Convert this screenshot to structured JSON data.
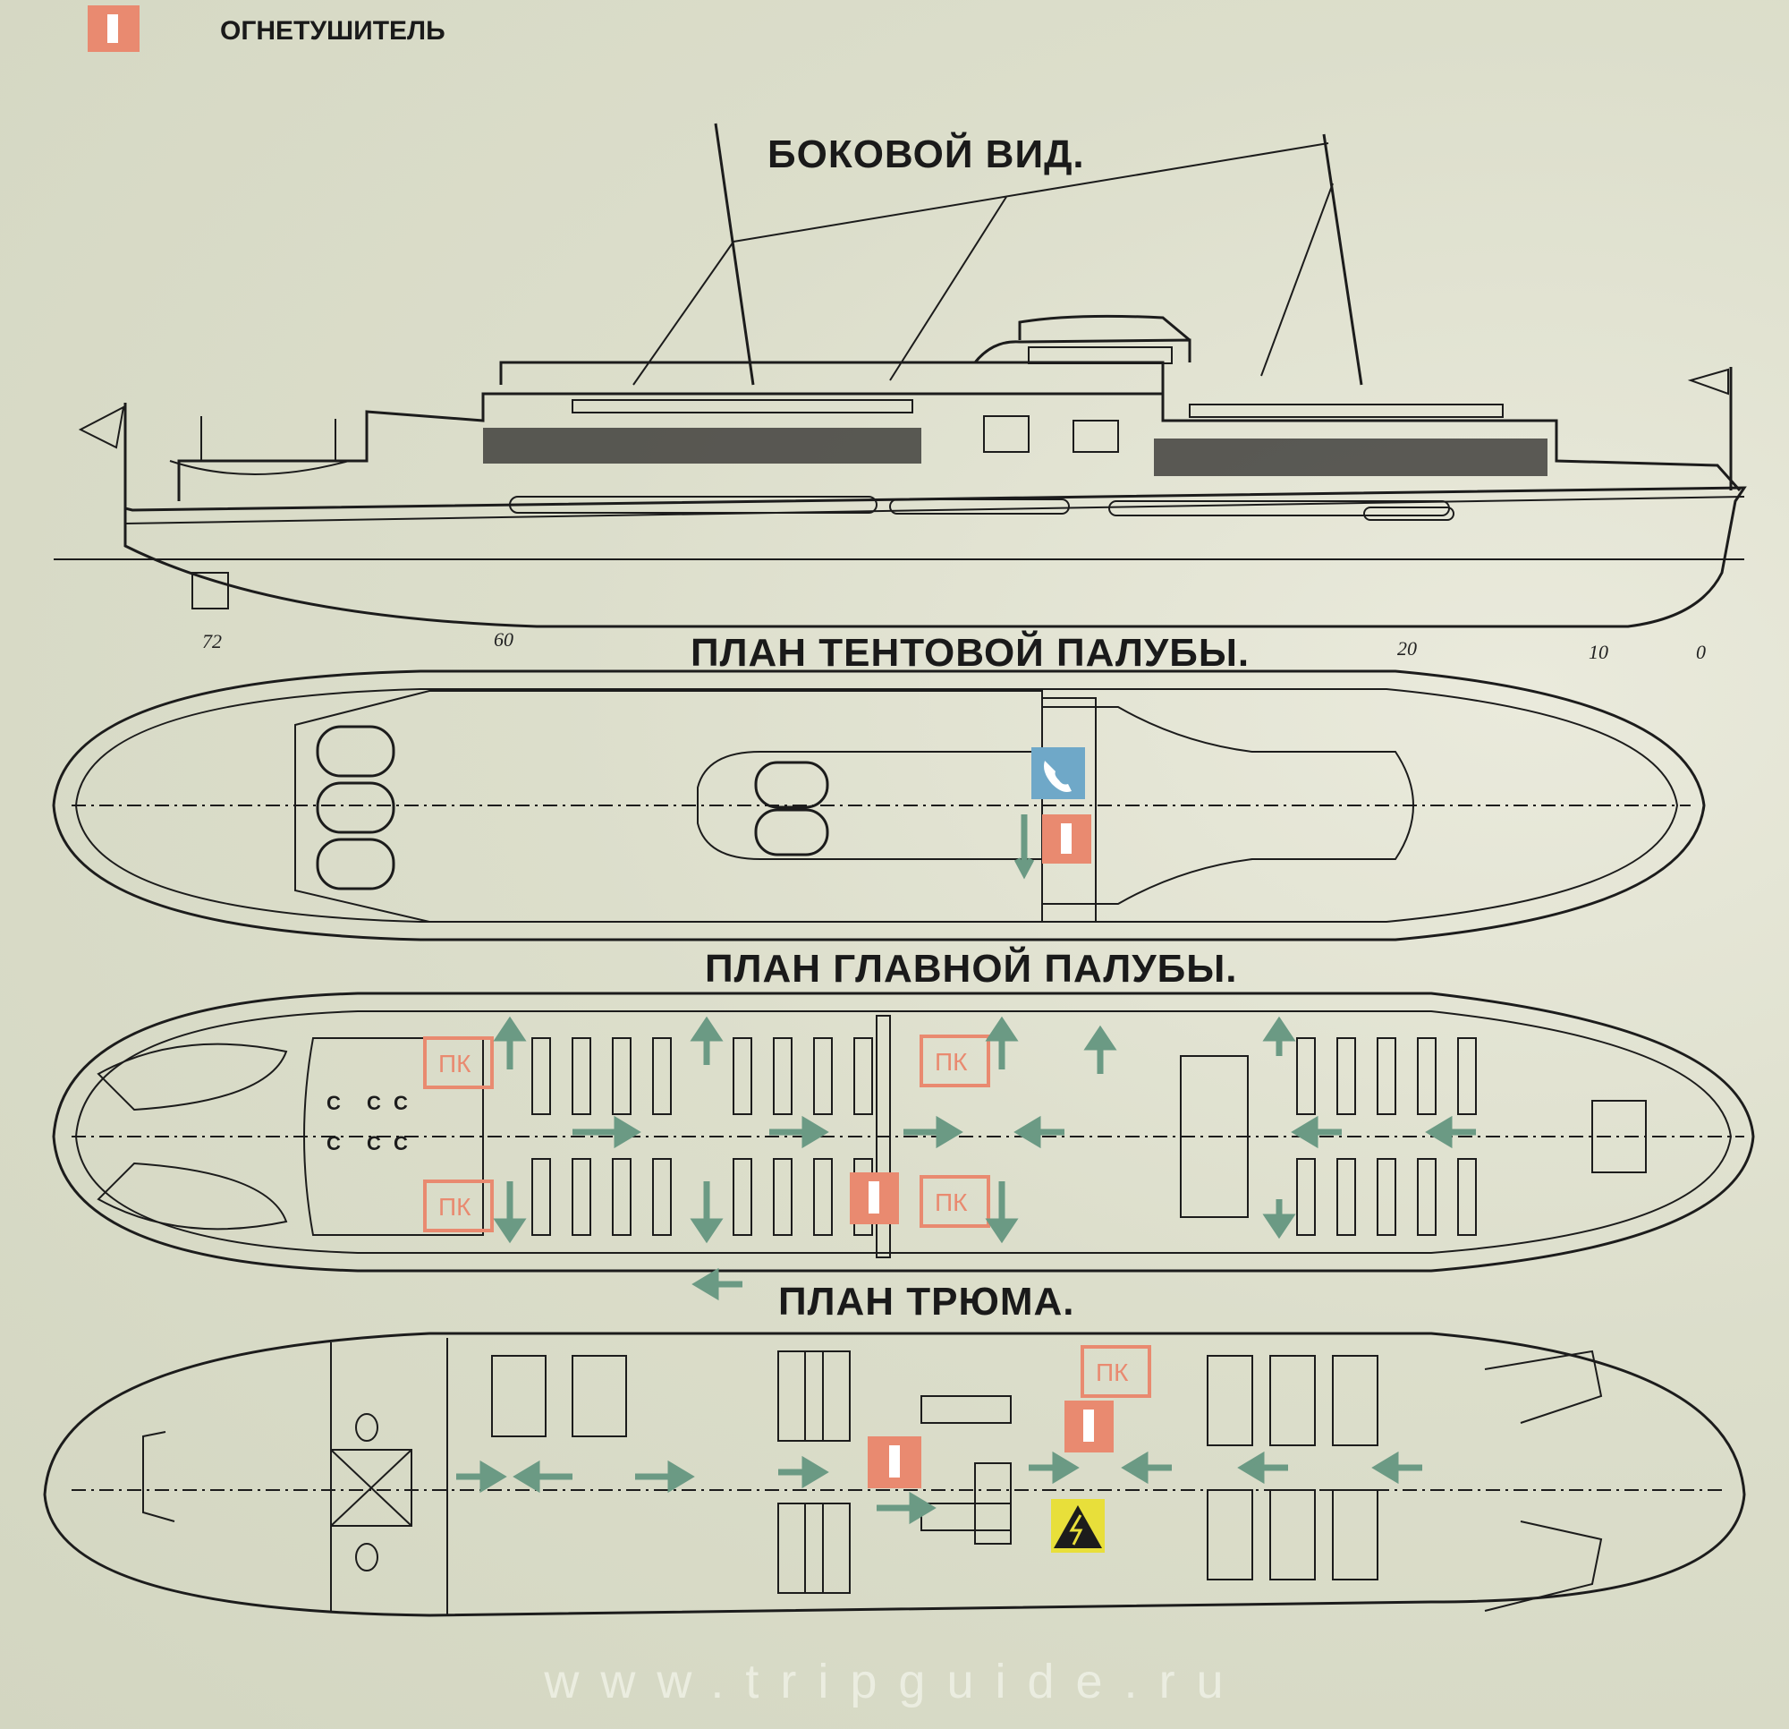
{
  "legend": {
    "label": "ОГНЕТУШИТЕЛЬ",
    "icon": "fire-extinguisher-icon",
    "color": "#e98a70"
  },
  "titles": {
    "side_view": "БОКОВОЙ ВИД.",
    "tent_deck": "ПЛАН ТЕНТОВОЙ ПАЛУБЫ.",
    "main_deck": "ПЛАН ГЛАВНОЙ ПАЛУБЫ.",
    "hold": "ПЛАН ТРЮМА."
  },
  "frame_numbers": [
    "72",
    "60",
    "20",
    "10",
    "0"
  ],
  "sign_labels": {
    "hydrant": "ПК",
    "chair": "С"
  },
  "colors": {
    "arrow": "#6b9a84",
    "extinguisher": "#e98a70",
    "phone": "#6fa8c8",
    "danger": "#e8df3a"
  },
  "watermark": "www.tripguide.ru"
}
